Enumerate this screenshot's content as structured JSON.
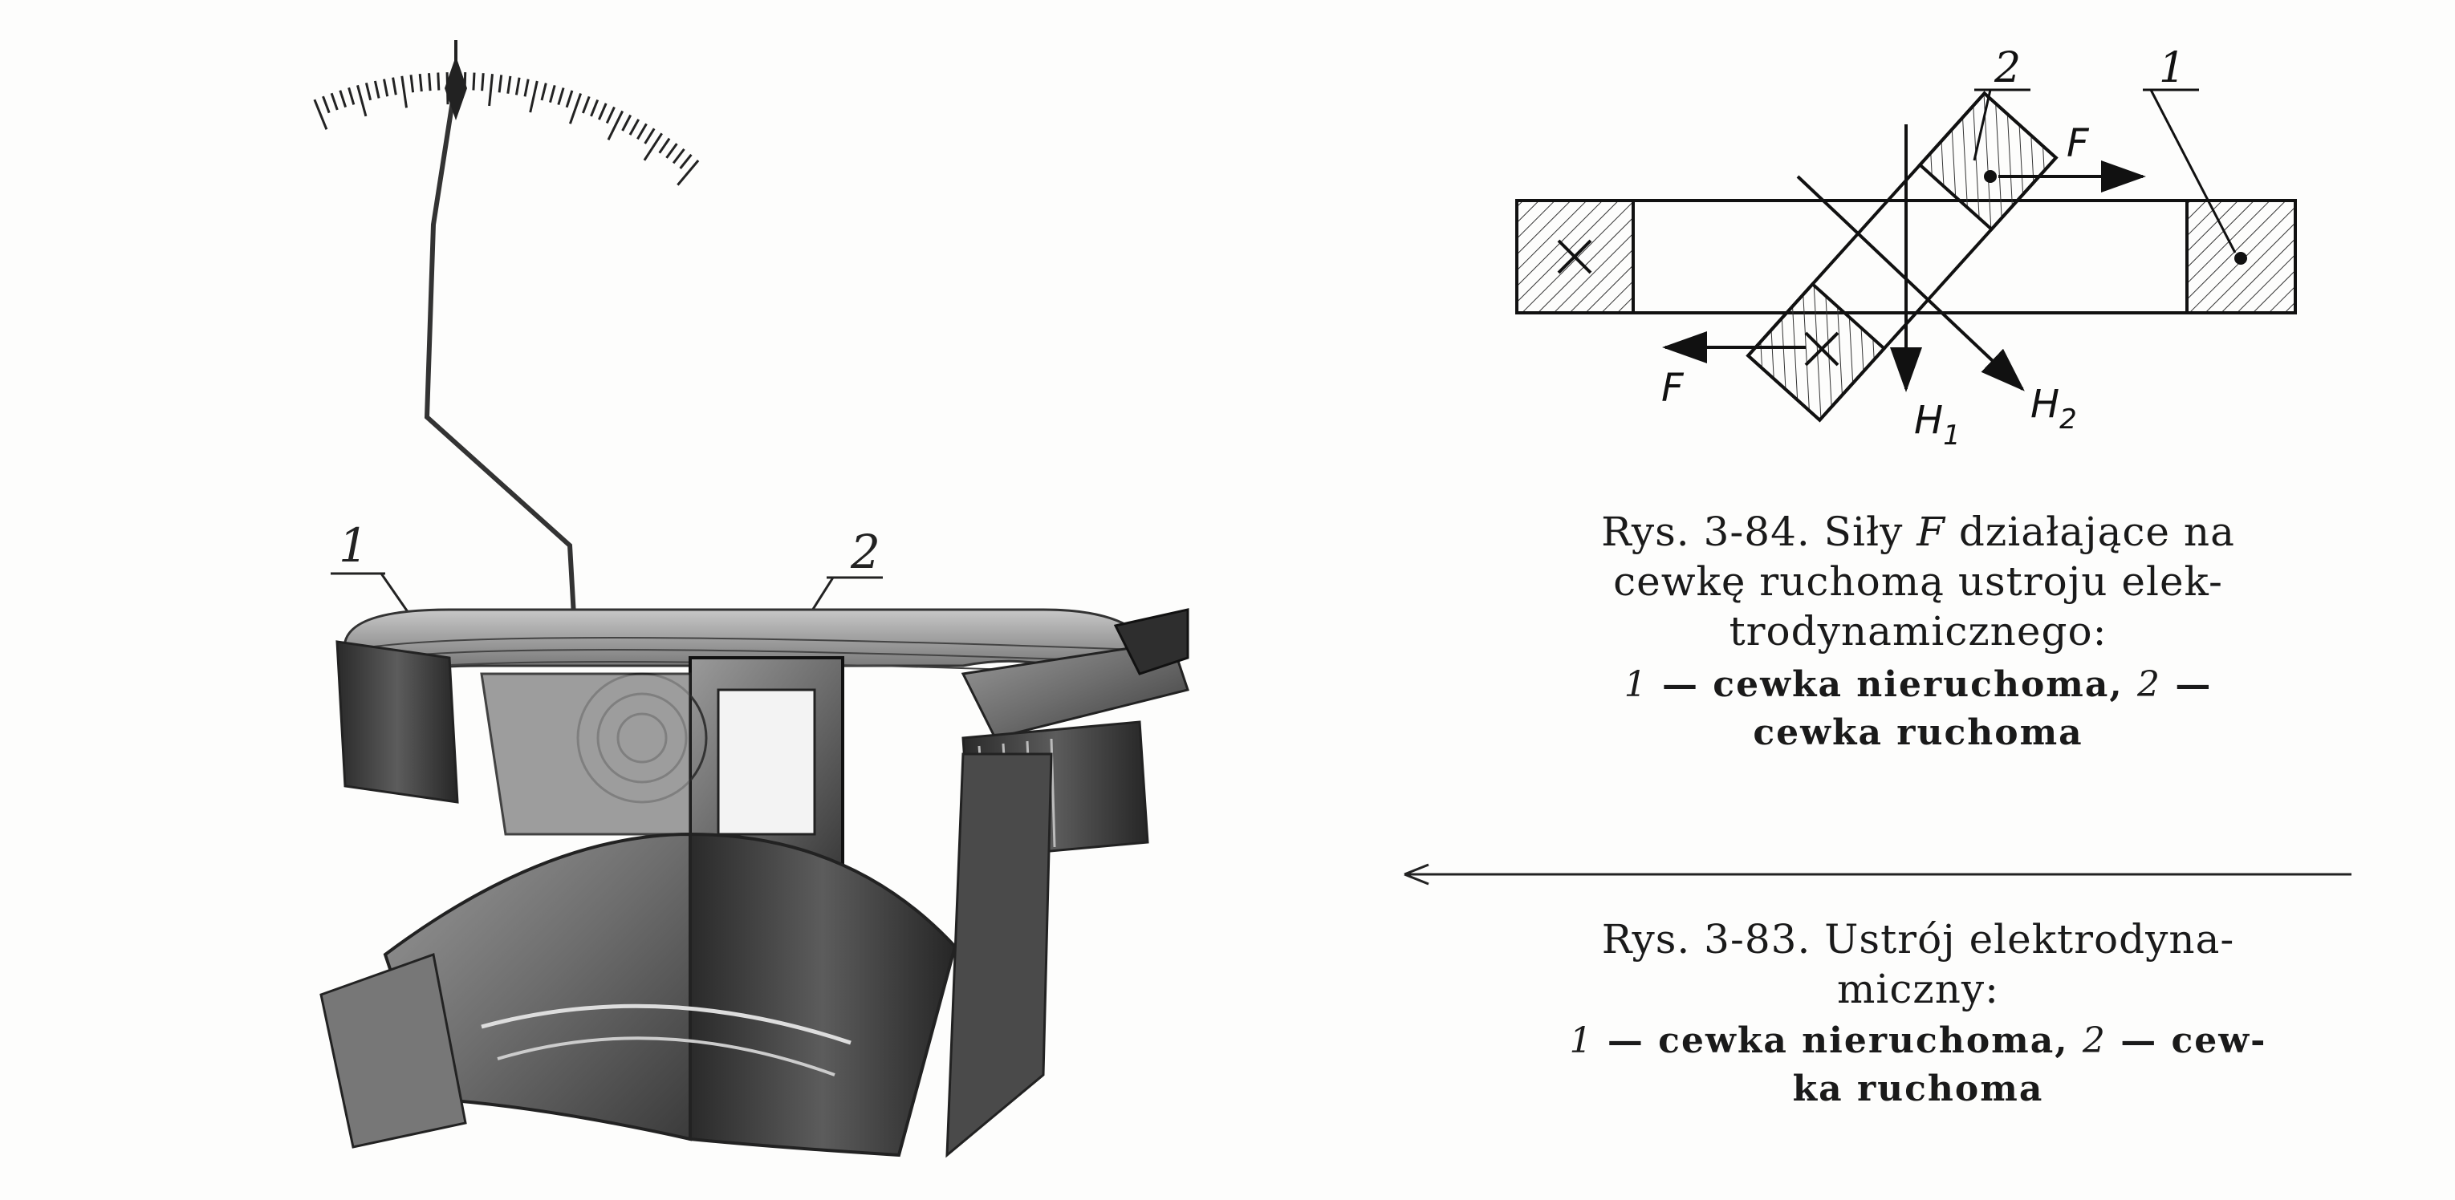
{
  "fig84": {
    "caption_lines": [
      {
        "pre": "Rys. 3-84. Siły ",
        "var": "F",
        "post": " działające na"
      },
      {
        "pre": "cewkę ruchomą ustroju elek-",
        "var": "",
        "post": ""
      },
      {
        "pre": "trodynamicznego:",
        "var": "",
        "post": ""
      }
    ],
    "legend_line1": {
      "n1": "1",
      "t1": " — cewka nieruchoma, ",
      "n2": "2",
      "t2": " —"
    },
    "legend_line2": "cewka ruchoma",
    "labels": {
      "coil_fixed": "1",
      "coil_moving": "2",
      "force_top": "F",
      "force_bottom": "F",
      "h1": "H",
      "h1_sub": "1",
      "h2": "H",
      "h2_sub": "2"
    }
  },
  "fig83": {
    "caption_line1": "Rys. 3-83. Ustrój elektrodyna-",
    "caption_line2": "miczny:",
    "legend_line1": {
      "n1": "1",
      "t1": " — cewka nieruchoma, ",
      "n2": "2",
      "t2": " — cew-"
    },
    "legend_line2": "ka ruchoma",
    "labels": {
      "coil_fixed": "1",
      "coil_moving": "2"
    }
  }
}
